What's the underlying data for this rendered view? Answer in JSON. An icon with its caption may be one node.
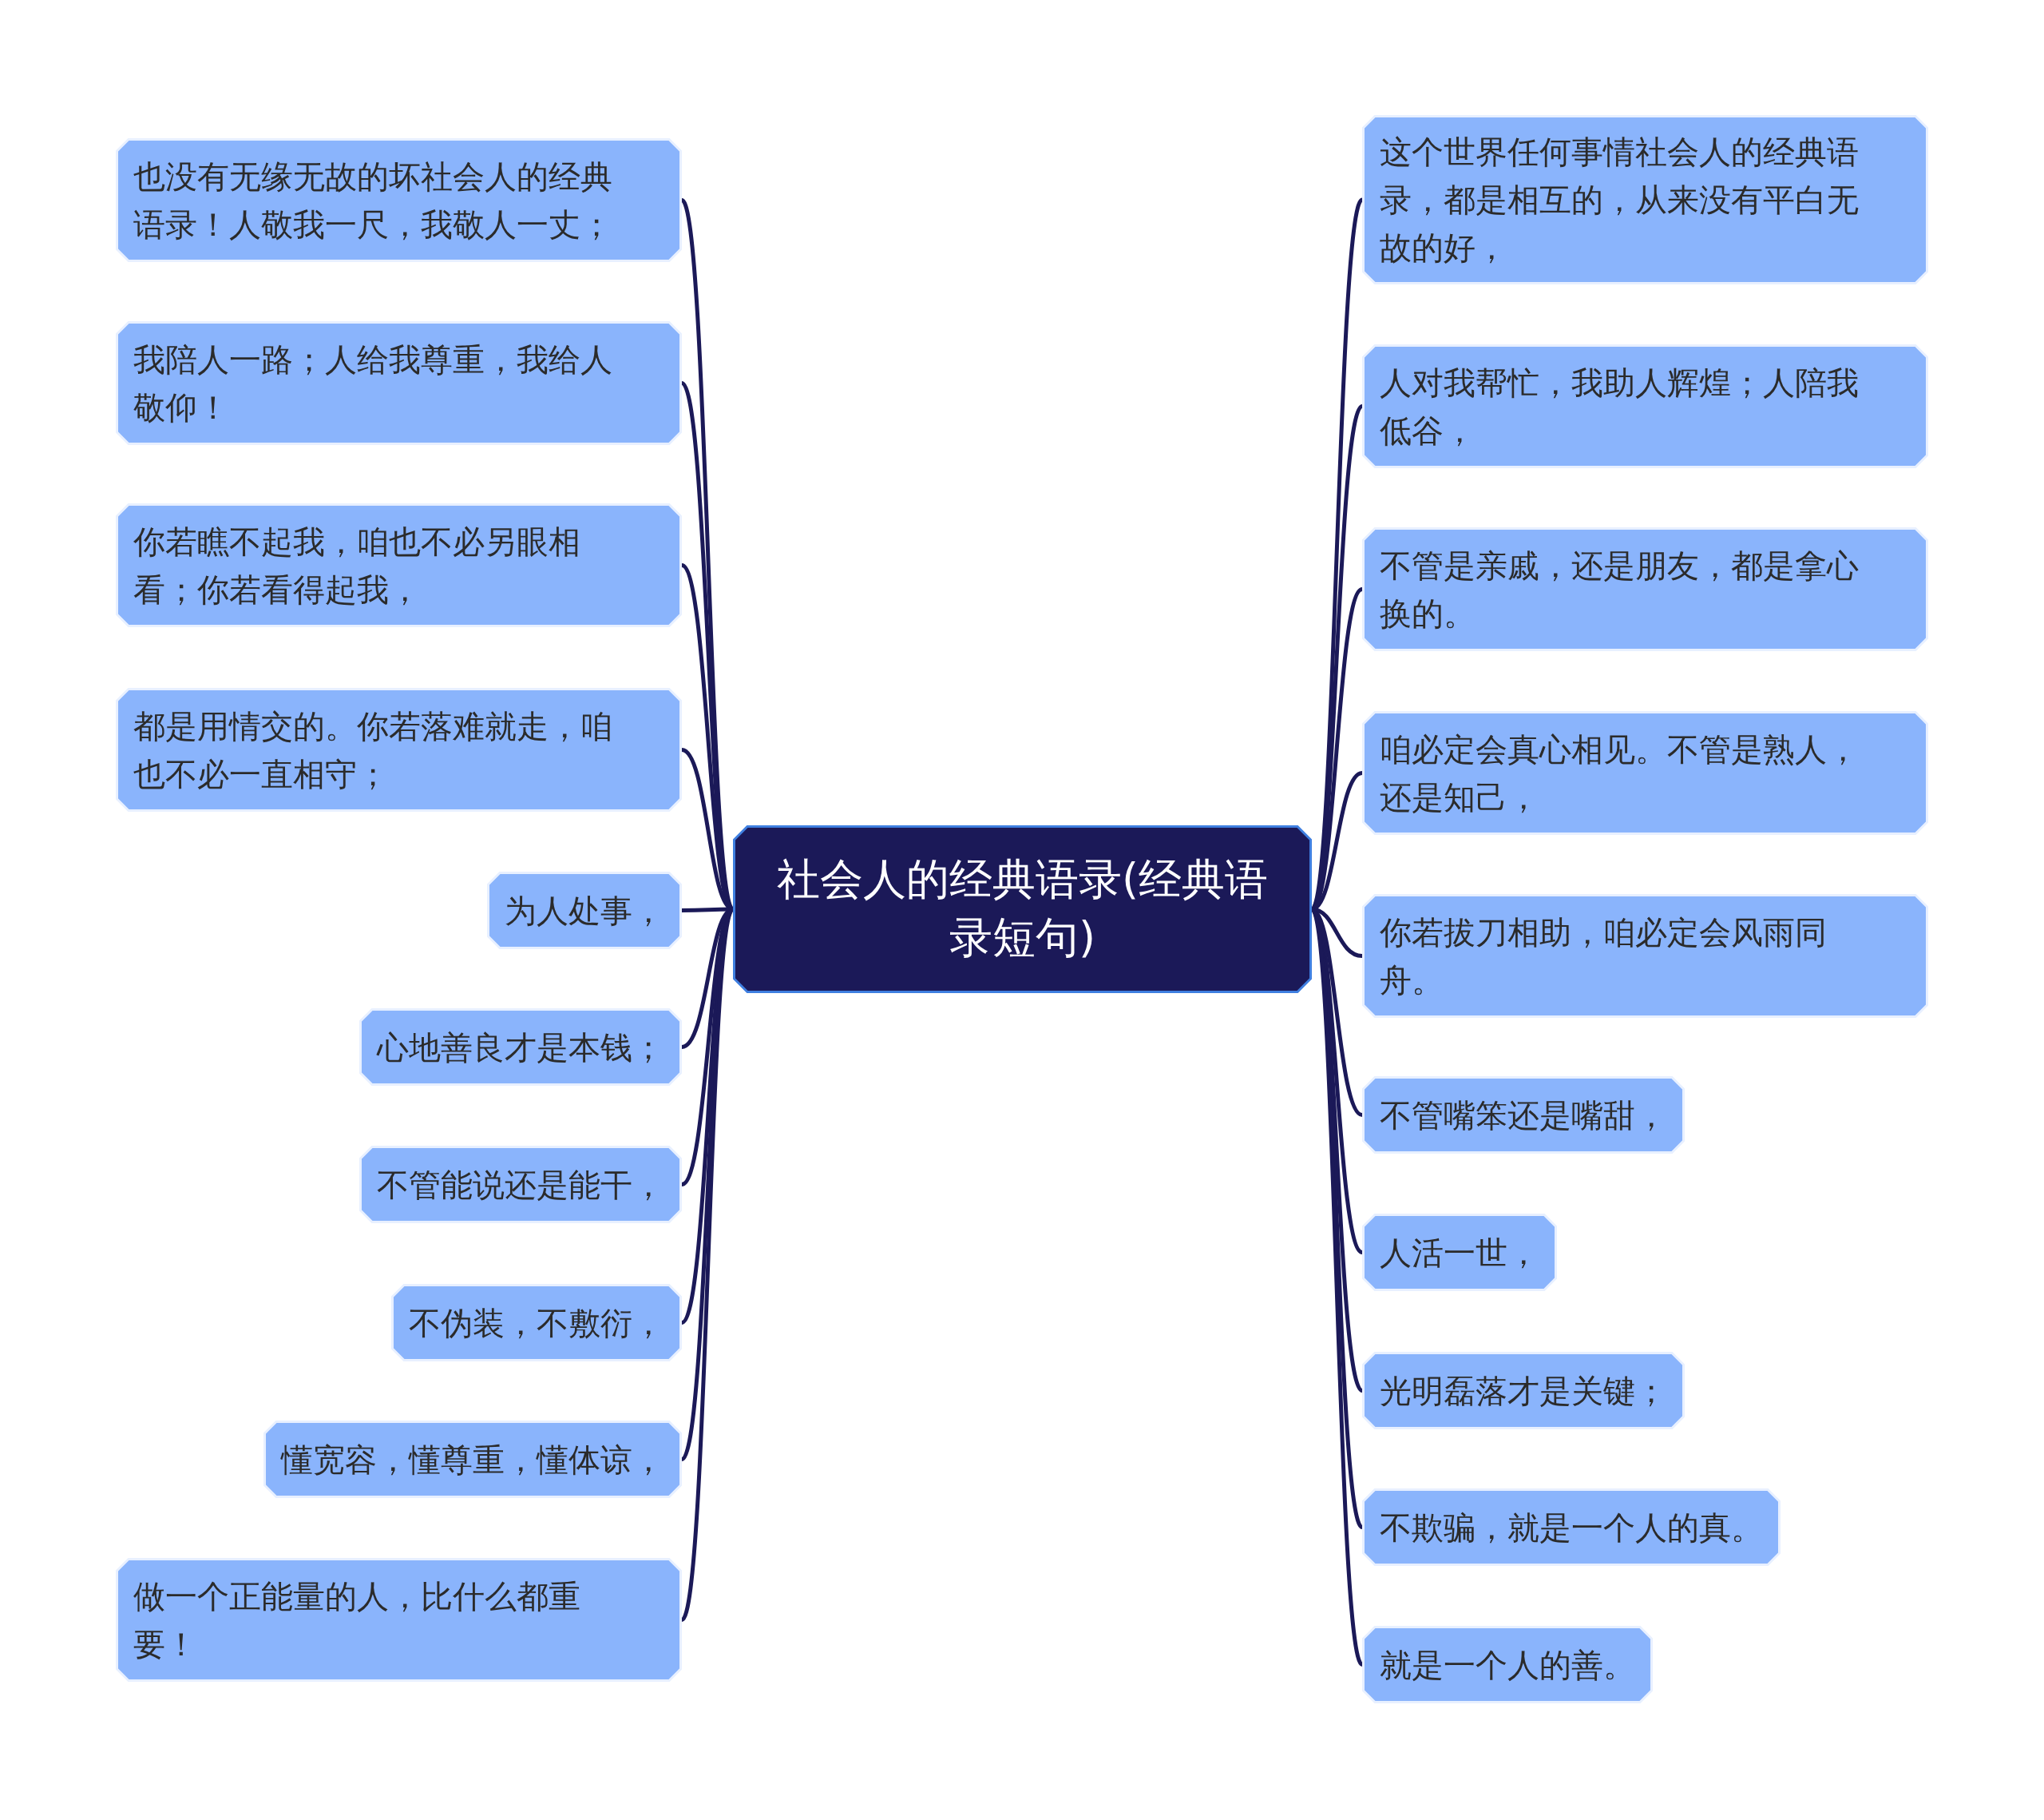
{
  "diagram": {
    "nodes": [
      {
        "text": [
          "社会人的经典语录(经典语录短句)"
        ]
      },
      {
        "text": [
          "也没有无缘无故的坏社会人的经典语录！人敬我一尺，我敬人一丈；"
        ]
      },
      {
        "text": [
          "我陪人一路；人给我尊重，我给人敬仰！"
        ]
      },
      {
        "text": [
          "你若瞧不起我，咱也不必另眼相看；你若看得起我，"
        ]
      },
      {
        "text": [
          "都是用情交的。你若落难就走，咱也不必一直相守；"
        ]
      },
      {
        "text": [
          "为人处事，"
        ]
      },
      {
        "text": [
          "心地善良才是本钱；"
        ]
      },
      {
        "text": [
          "不管能说还是能干，"
        ]
      },
      {
        "text": [
          "不伪装，不敷衍，"
        ]
      },
      {
        "text": [
          "懂宽容，懂尊重，懂体谅，"
        ]
      },
      {
        "text": [
          "做一个正能量的人，比什么都重要！"
        ]
      },
      {
        "text": [
          "这个世界任何事情社会人的经典语录，都是相互的，从来没有平白无故的好，"
        ]
      },
      {
        "text": [
          "人对我帮忙，我助人辉煌；人陪我低谷，"
        ]
      },
      {
        "text": [
          "不管是亲戚，还是朋友，都是拿心换的。"
        ]
      },
      {
        "text": [
          "咱必定会真心相见。不管是熟人，还是知己，"
        ]
      },
      {
        "text": [
          "你若拔刀相助，咱必定会风雨同舟。"
        ]
      },
      {
        "text": [
          "不管嘴笨还是嘴甜，"
        ]
      },
      {
        "text": [
          "人活一世，"
        ]
      },
      {
        "text": [
          "光明磊落才是关键；"
        ]
      },
      {
        "text": [
          "不欺骗，就是一个人的真。"
        ]
      },
      {
        "text": [
          "就是一个人的善。"
        ]
      }
    ],
    "edges": [
      {
        "from": 0,
        "to": 1,
        "arrow": "none"
      },
      {
        "from": 0,
        "to": 2,
        "arrow": "none"
      },
      {
        "from": 0,
        "to": 3,
        "arrow": "none"
      },
      {
        "from": 0,
        "to": 4,
        "arrow": "none"
      },
      {
        "from": 0,
        "to": 5,
        "arrow": "none"
      },
      {
        "from": 0,
        "to": 6,
        "arrow": "none"
      },
      {
        "from": 0,
        "to": 7,
        "arrow": "none"
      },
      {
        "from": 0,
        "to": 8,
        "arrow": "none"
      },
      {
        "from": 0,
        "to": 9,
        "arrow": "none"
      },
      {
        "from": 0,
        "to": 10,
        "arrow": "none"
      },
      {
        "from": 0,
        "to": 11,
        "arrow": "none"
      },
      {
        "from": 0,
        "to": 12,
        "arrow": "none"
      },
      {
        "from": 0,
        "to": 13,
        "arrow": "none"
      },
      {
        "from": 0,
        "to": 14,
        "arrow": "none"
      },
      {
        "from": 0,
        "to": 15,
        "arrow": "none"
      },
      {
        "from": 0,
        "to": 16,
        "arrow": "none"
      },
      {
        "from": 0,
        "to": 17,
        "arrow": "none"
      },
      {
        "from": 0,
        "to": 18,
        "arrow": "none"
      },
      {
        "from": 0,
        "to": 19,
        "arrow": "none"
      },
      {
        "from": 0,
        "to": 20,
        "arrow": "none"
      }
    ]
  }
}
